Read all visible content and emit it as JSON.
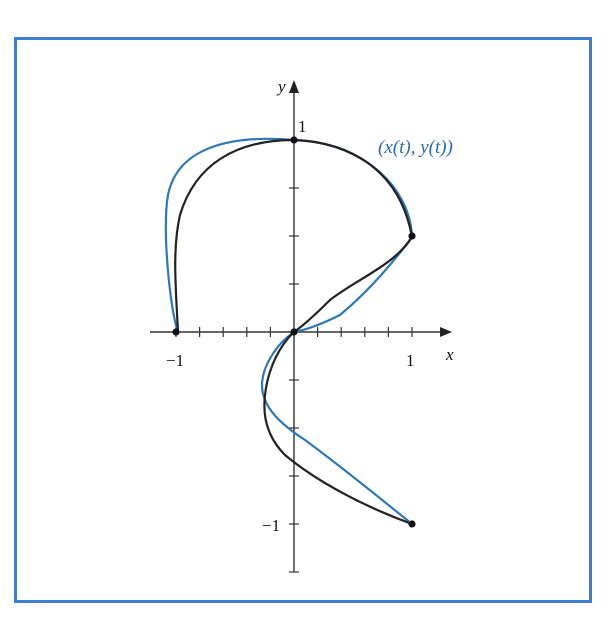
{
  "figure": {
    "frame_color": "#3d7fc8",
    "axes": {
      "x_label": "x",
      "y_label": "y",
      "x_ticks": [
        "−1",
        "1"
      ],
      "y_ticks": [
        "1",
        "−1"
      ]
    },
    "curve_label": "(x(t), y(t))",
    "curves": [
      {
        "id": "parametric-curve",
        "color": "#2f78b7"
      },
      {
        "id": "approximation-curve",
        "color": "#222222"
      }
    ],
    "points": [
      {
        "x": -1,
        "y": 0
      },
      {
        "x": 0,
        "y": 1
      },
      {
        "x": 1,
        "y": 0.5
      },
      {
        "x": 0,
        "y": 0
      },
      {
        "x": 1,
        "y": -1
      }
    ]
  }
}
